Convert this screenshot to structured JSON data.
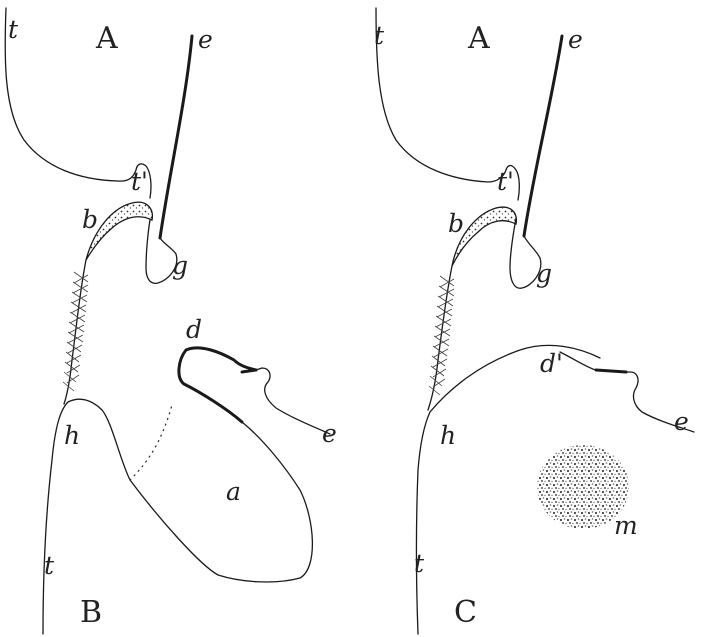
{
  "left_panel": {
    "label_t_top": "t",
    "label_A": "A",
    "label_e_top": "e",
    "label_t_prime": "t'",
    "label_b": "b",
    "label_g": "g",
    "label_d": "d",
    "label_e_right": "e",
    "label_h": "h",
    "label_a": "a",
    "label_t_bottom": "t",
    "label_B": "B"
  },
  "right_panel": {
    "label_t_top": "t",
    "label_A": "A",
    "label_e_top": "e",
    "label_t_prime": "t'",
    "label_b": "b",
    "label_g": "g",
    "label_d_prime": "d'",
    "label_e_right": "e",
    "label_h": "h",
    "label_m": "m",
    "label_t_bottom": "t",
    "label_C": "C"
  }
}
